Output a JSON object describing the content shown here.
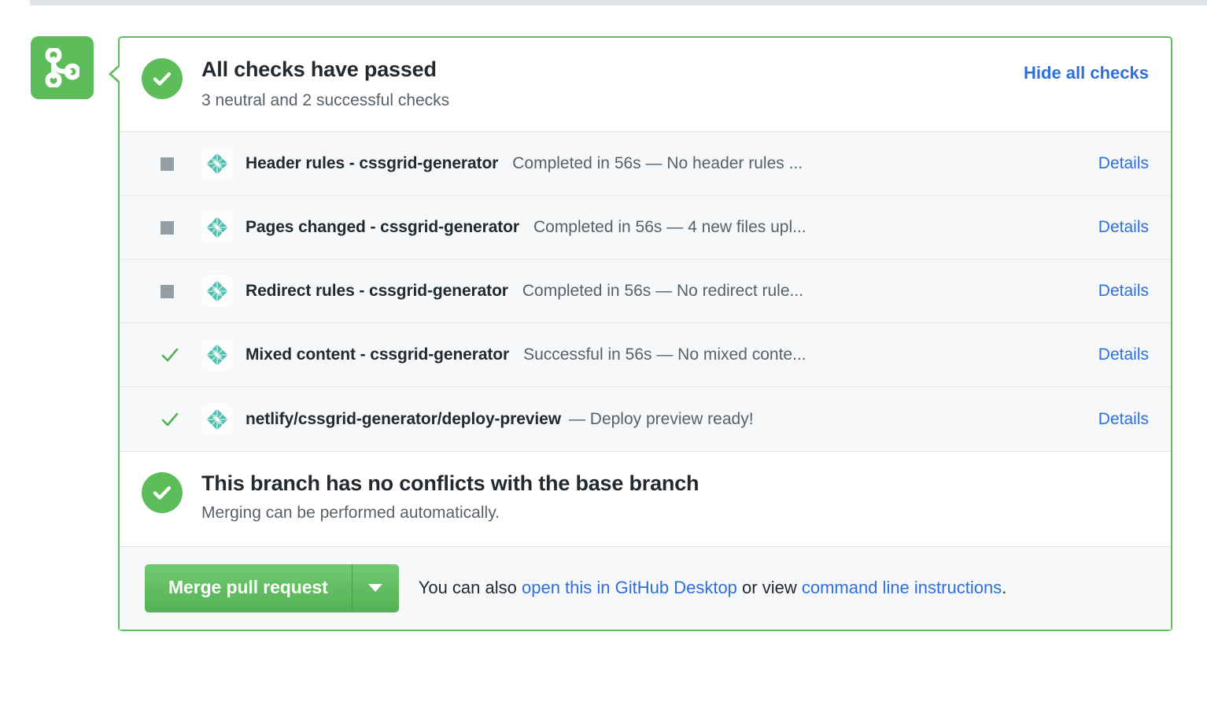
{
  "colors": {
    "green_accent": "#5dbd5a",
    "link_blue": "#2f6fdb",
    "neutral_gray": "#959da5",
    "row_bg": "#f6f8fa",
    "text_primary": "#24292e",
    "text_muted": "#586069"
  },
  "state_badge": {
    "icon": "git-merge-icon"
  },
  "header": {
    "icon": "check-circle-icon",
    "title": "All checks have passed",
    "subtitle": "3 neutral and 2 successful checks",
    "toggle_label": "Hide all checks"
  },
  "checks": [
    {
      "status": "neutral",
      "status_icon": "neutral-square-icon",
      "avatar_icon": "netlify-logo-icon",
      "name": "Header rules - cssgrid-generator",
      "description": "Completed in 56s — No header rules ...",
      "details_label": "Details"
    },
    {
      "status": "neutral",
      "status_icon": "neutral-square-icon",
      "avatar_icon": "netlify-logo-icon",
      "name": "Pages changed - cssgrid-generator",
      "description": "Completed in 56s — 4 new files upl...",
      "details_label": "Details"
    },
    {
      "status": "neutral",
      "status_icon": "neutral-square-icon",
      "avatar_icon": "netlify-logo-icon",
      "name": "Redirect rules - cssgrid-generator",
      "description": "Completed in 56s — No redirect rule...",
      "details_label": "Details"
    },
    {
      "status": "success",
      "status_icon": "check-icon",
      "avatar_icon": "netlify-logo-icon",
      "name": "Mixed content - cssgrid-generator",
      "description": "Successful in 56s — No mixed conte...",
      "details_label": "Details"
    },
    {
      "status": "success",
      "status_icon": "check-icon",
      "avatar_icon": "netlify-logo-icon",
      "name": "netlify/cssgrid-generator/deploy-preview",
      "description": "— Deploy preview ready!",
      "details_label": "Details"
    }
  ],
  "conflicts": {
    "icon": "check-circle-icon",
    "title": "This branch has no conflicts with the base branch",
    "subtitle": "Merging can be performed automatically."
  },
  "footer": {
    "merge_label": "Merge pull request",
    "dropdown_icon": "chevron-down-icon",
    "note_prefix": "You can also ",
    "desktop_link": "open this in GitHub Desktop",
    "note_middle": " or view ",
    "cli_link": "command line instructions",
    "note_suffix": "."
  }
}
